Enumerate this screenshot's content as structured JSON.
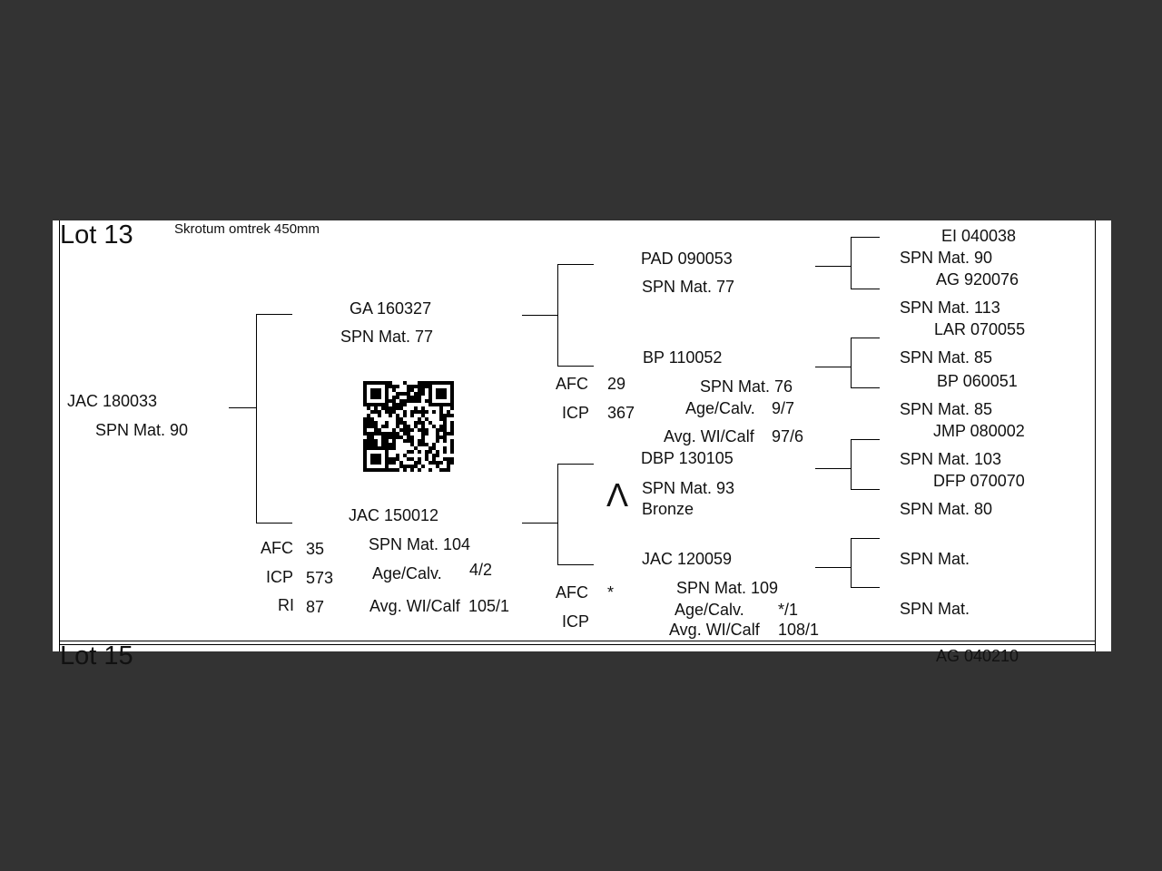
{
  "lot": {
    "title": "Lot 13",
    "note": "Skrotum omtrek 450mm"
  },
  "next_lot": {
    "title": "Lot 15",
    "id": "AG 040210"
  },
  "animal": {
    "id": "JAC 180033",
    "spn": "SPN Mat. 90"
  },
  "sire": {
    "id": "GA  160327",
    "spn": "SPN Mat. 77",
    "sire": {
      "id": "PAD 090053",
      "spn": "SPN Mat. 77"
    },
    "dam": {
      "id": "BP  110052",
      "afc_label": "AFC",
      "afc": "29",
      "icp_label": "ICP",
      "icp": "367",
      "spn": "SPN Mat. 76",
      "age_calv_label": "Age/Calv.",
      "age_calv": "9/7",
      "avg_label": "Avg. WI/Calf",
      "avg": "97/6"
    }
  },
  "dam": {
    "id": "JAC 150012",
    "spn": "SPN Mat. 104",
    "afc_label": "AFC",
    "afc": "35",
    "icp_label": "ICP",
    "icp": "573",
    "ri_label": "RI",
    "ri": "87",
    "age_calv_label": "Age/Calv.",
    "age_calv": "4/2",
    "avg_label": "Avg. WI/Calf",
    "avg": "105/1",
    "sire": {
      "id": "DBP 130105",
      "spn": "SPN Mat. 93",
      "award": "Bronze",
      "symbol": "Λ"
    },
    "dam": {
      "id": "JAC 120059",
      "afc_label": "AFC",
      "afc": "*",
      "icp_label": "ICP",
      "spn": "SPN Mat. 109",
      "age_calv_label": "Age/Calv.",
      "age_calv": "*/1",
      "avg_label": "Avg. WI/Calf",
      "avg": "108/1"
    }
  },
  "ggp": [
    {
      "id": "EI  040038",
      "spn": "SPN Mat. 90"
    },
    {
      "id": "AG  920076",
      "spn": "SPN Mat. 113"
    },
    {
      "id": "LAR 070055",
      "spn": "SPN Mat. 85"
    },
    {
      "id": "BP  060051",
      "spn": "SPN Mat. 85"
    },
    {
      "id": "JMP 080002",
      "spn": "SPN Mat. 103"
    },
    {
      "id": "DFP 070070",
      "spn": "SPN Mat. 80"
    },
    {
      "id": "",
      "spn": "SPN Mat."
    },
    {
      "id": "",
      "spn": "SPN Mat."
    }
  ]
}
